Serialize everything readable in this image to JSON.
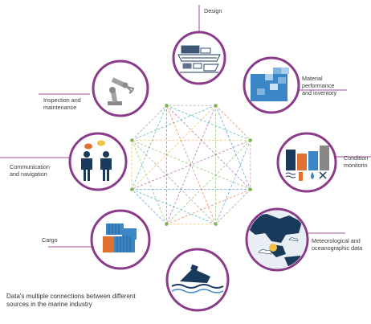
{
  "labels": {
    "design": "Design",
    "material": "Material performance and inventory",
    "material_lines": [
      "Material",
      "performance",
      "and inventory"
    ],
    "condition": "Condition monitoring",
    "condition_lines": [
      "Condition",
      "monitorin"
    ],
    "meteo": "Meteorological and oceanographic data",
    "meteo_lines": [
      "Meteorological and",
      "oceanographic data"
    ],
    "cargo": "Cargo",
    "communication": "Communication and navigation",
    "communication_lines": [
      "Communication",
      "and navigation"
    ],
    "inspection": "Inspection and maintenance",
    "inspection_lines": [
      "Inspection and",
      "maintenance"
    ]
  },
  "caption": {
    "line1": "Data's multiple connections between different",
    "line2": "sources in the marine industry"
  },
  "colors": {
    "accent": "#a0509a",
    "circle_border": "#8a3c8a",
    "blue_dark": "#1a3a5c",
    "blue_mid": "#3a86c6",
    "orange": "#e07030"
  },
  "icons": {
    "design": "ship-blueprint-icon",
    "material": "material-blocks-icon",
    "condition": "bar-chart-sensors-icon",
    "meteo": "world-map-weather-icon",
    "safety": "sinking-ship-icon",
    "cargo": "shipping-containers-icon",
    "communication": "two-people-chat-icon",
    "inspection": "robot-arm-icon"
  }
}
